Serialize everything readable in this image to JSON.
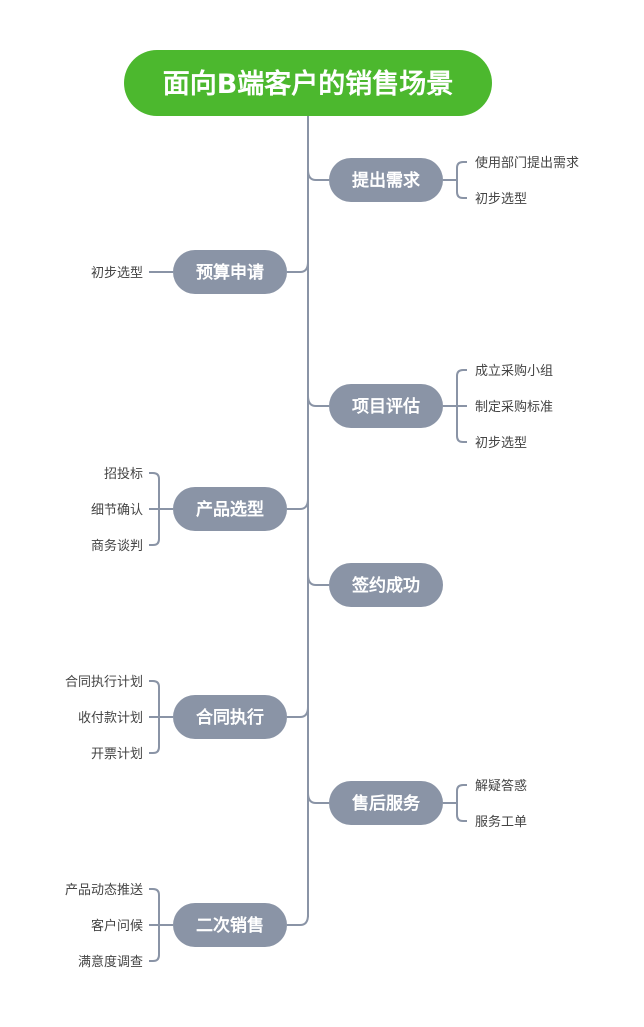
{
  "title": "面向B端客户的销售场景",
  "colors": {
    "root": "#4cb82e",
    "node": "#8a94a6",
    "line": "#8a94a6",
    "leaf_text": "#444444"
  },
  "branches": [
    {
      "label": "提出需求",
      "side": "right",
      "children": [
        "使用部门提出需求",
        "初步选型"
      ]
    },
    {
      "label": "预算申请",
      "side": "left",
      "children": [
        "初步选型"
      ]
    },
    {
      "label": "项目评估",
      "side": "right",
      "children": [
        "成立采购小组",
        "制定采购标准",
        "初步选型"
      ]
    },
    {
      "label": "产品选型",
      "side": "left",
      "children": [
        "招投标",
        "细节确认",
        "商务谈判"
      ]
    },
    {
      "label": "签约成功",
      "side": "right",
      "children": []
    },
    {
      "label": "合同执行",
      "side": "left",
      "children": [
        "合同执行计划",
        "收付款计划",
        "开票计划"
      ]
    },
    {
      "label": "售后服务",
      "side": "right",
      "children": [
        "解疑答惑",
        "服务工单"
      ]
    },
    {
      "label": "二次销售",
      "side": "left",
      "children": [
        "产品动态推送",
        "客户问候",
        "满意度调查"
      ]
    }
  ]
}
